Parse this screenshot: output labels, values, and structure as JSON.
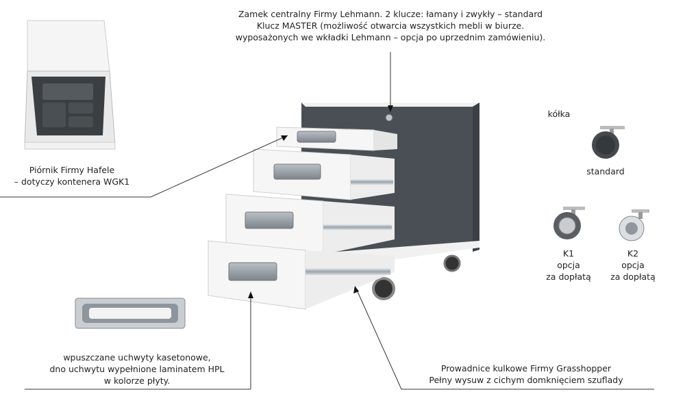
{
  "lock": {
    "line1": "Zamek centralny Firmy Lehmann. 2 klucze: łamany i zwykły – standard",
    "line2": "Klucz MASTER (możliwość otwarcia wszystkich mebli w biurze.",
    "line3": "wyposażonych we wkładki Lehmann – opcja po uprzednim zamówieniu)."
  },
  "pencil_tray": {
    "line1": "Piórnik Firmy Hafele",
    "line2": "– dotyczy kontenera WGK1"
  },
  "wheels": {
    "title": "kółka",
    "standard": "standard",
    "k1": {
      "name": "K1",
      "line2": "opcja",
      "line3": "za dopłatą"
    },
    "k2": {
      "name": "K2",
      "line2": "opcja",
      "line3": "za dopłatą"
    }
  },
  "handle": {
    "line1": "wpuszczane uchwyty kasetonowe,",
    "line2": "dno uchwytu wypełnione laminatem HPL",
    "line3": "w kolorze płyty."
  },
  "slides": {
    "line1": "Prowadnice kulkowe Firmy Grasshopper",
    "line2": "Pełny wysuw z cichym domknięciem szuflady"
  }
}
